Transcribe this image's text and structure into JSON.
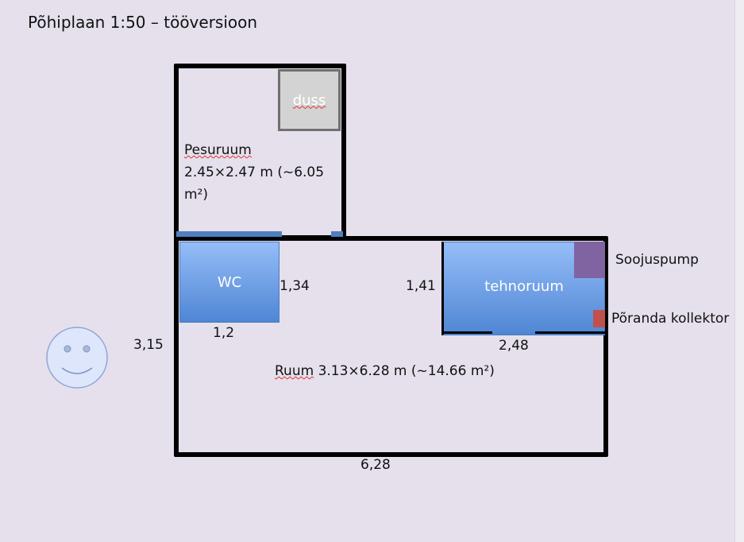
{
  "title": "Põhiplaan 1:50 – tööversioon",
  "rooms": {
    "pesuruum": {
      "name": "Pesuruum",
      "dims": "2.45×2.47 m (~6.05",
      "area_end": "m²)"
    },
    "duss": "duss",
    "wc": "WC",
    "tehnoruum": "tehnoruum",
    "ruum": {
      "name": "Ruum",
      "dims": " 3.13×6.28 m (~14.66 m²)"
    }
  },
  "equipment": {
    "heat_pump": "Soojuspump",
    "floor_manifold": "Põranda kollektor"
  },
  "dimensions": {
    "wc_height": "1,34",
    "wc_width": "1,2",
    "tech_height": "1,41",
    "tech_width": "2,48",
    "room_height": "3,15",
    "room_width": "6,28"
  },
  "colors": {
    "background": "#e5e0ec",
    "heat_pump": "#8064a2",
    "manifold": "#c0504d",
    "room_blue": "#4f86d4"
  }
}
